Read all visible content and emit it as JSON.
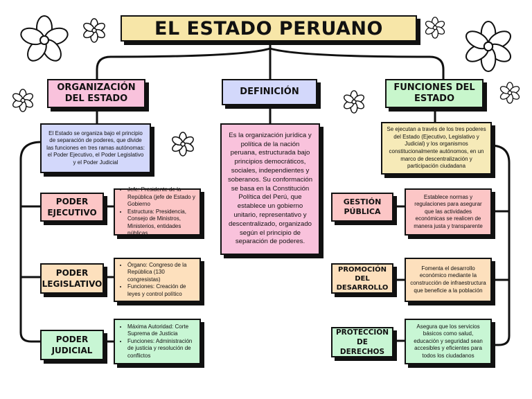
{
  "title": "EL ESTADO PERUANO",
  "sections": {
    "organizacion": {
      "heading": "ORGANIZACIÓN DEL ESTADO",
      "description": "El Estado se organiza bajo el principio de separación de poderes, que divide las funciones en tres ramas autónomas: el Poder Ejecutivo, el Poder Legislativo y el Poder Judicial"
    },
    "definicion": {
      "heading": "DEFINICIÓN",
      "description": "Es la organización jurídica y política de la nación peruana, estructurada bajo principios democráticos, sociales, independientes y soberanos. Su conformación se basa en la Constitución Política del Perú, que establece un gobierno unitario, representativo y descentralizado, organizado según el principio de separación de poderes."
    },
    "funciones": {
      "heading": "FUNCIONES DEL ESTADO",
      "description": "Se ejecutan a través de los tres poderes del Estado (Ejecutivo, Legislativo y Judicial) y los organismos constitucionalmente autónomos, en un marco de descentralización y participación ciudadana"
    }
  },
  "poderes": [
    {
      "name": "PODER EJECUTIVO",
      "details": [
        "Jefe: Presidente de la República (jefe de Estado y Gobierno",
        "Estructura: Presidencia, Consejo de Ministros, Ministerios, entidades públicas"
      ]
    },
    {
      "name": "PODER LEGISLATIVO",
      "details": [
        "Órgano: Congreso de la República (130 congresistas)",
        "Funciones: Creación de leyes y control político"
      ]
    },
    {
      "name": "PODER JUDICIAL",
      "details": [
        "Máxima Autoridad: Corte Suprema de Justicia",
        "Funciones: Administración de justicia y resolución de conflictos"
      ]
    }
  ],
  "funciones_list": [
    {
      "name": "GESTIÓN PÚBLICA",
      "description": "Establece normas y regulaciones para asegurar que las actividades económicas se realicen de manera justa y transparente"
    },
    {
      "name": "PROMOCIÓN DEL DESARROLLO",
      "description": "Fomenta el desarrollo económico mediante la construcción de infraestructura que beneficie a la población"
    },
    {
      "name": "PROTECCIÓN DE DERECHOS",
      "description": "Asegura que los servicios básicos como salud, educación y seguridad sean accesibles y eficientes para todos los ciudadanos"
    }
  ],
  "colors": {
    "title_bg": "#f7e6a8",
    "organizacion_head": "#f9c2dc",
    "definicion_head": "#d3d8fb",
    "funciones_head": "#c8f6cc",
    "definicion_body": "#f9c2dc",
    "funciones_body": "#f6eab8",
    "organizacion_body": "#d3d8fb",
    "ejecutivo": "#fcc6c6",
    "legislativo": "#fde0bd",
    "judicial": "#c8f6d4"
  },
  "decorations": [
    "flower-icon"
  ]
}
